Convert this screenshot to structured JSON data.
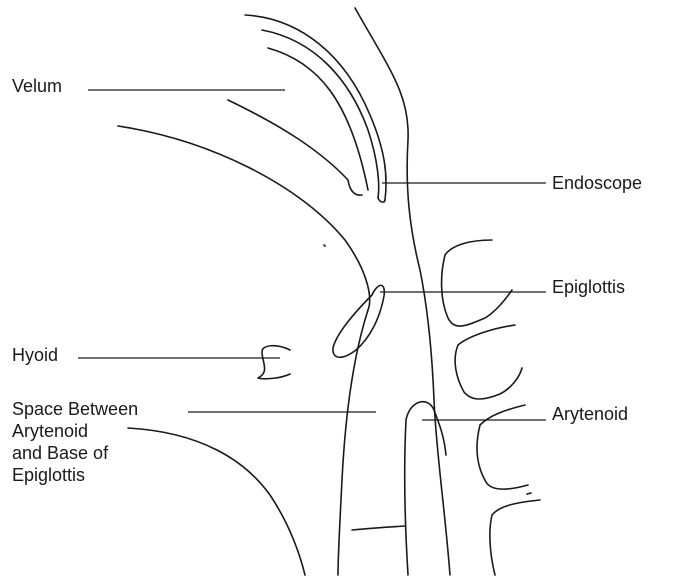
{
  "labels": {
    "velum": "Velum",
    "endoscope": "Endoscope",
    "epiglottis": "Epiglottis",
    "hyoid": "Hyoid",
    "arytenoid": "Arytenoid",
    "space_between": [
      "Space Between",
      "Arytenoid",
      "and Base of",
      "Epiglottis"
    ]
  },
  "colors": {
    "ink": "#1a1a1a",
    "background": "#ffffff"
  }
}
